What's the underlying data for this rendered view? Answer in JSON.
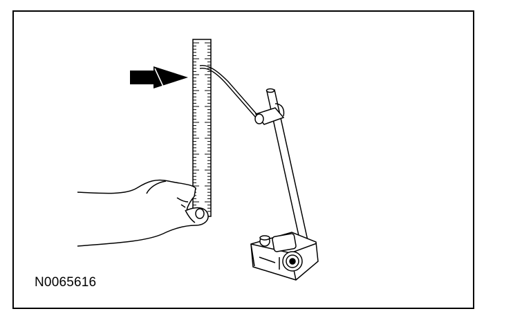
{
  "figure": {
    "reference_number": "N0065616",
    "line_color": "#000000",
    "background_color": "#ffffff"
  },
  "icons": [
    "direction-arrow-icon",
    "ruler",
    "hand",
    "pointer-rod",
    "magnetic-base"
  ]
}
